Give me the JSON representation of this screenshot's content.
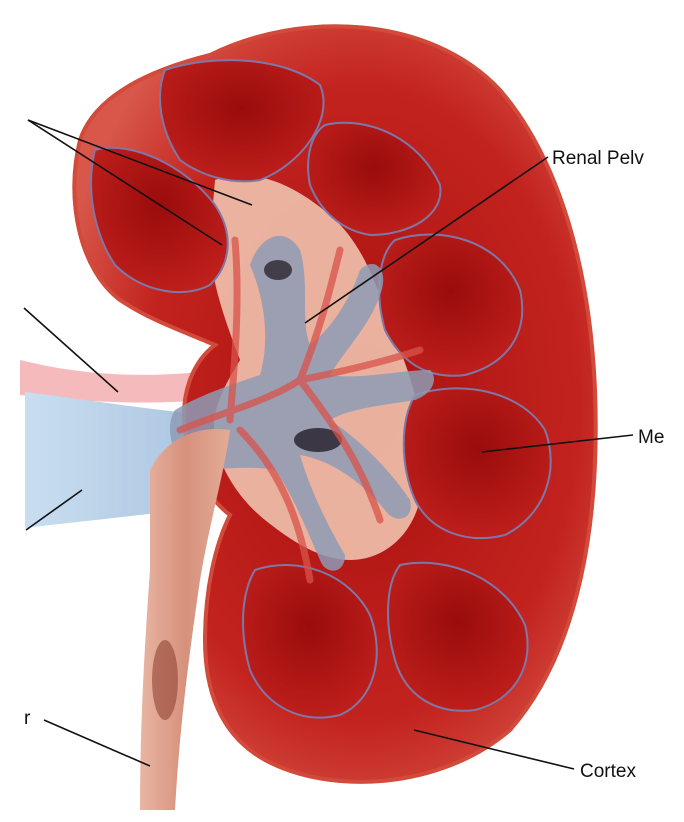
{
  "labels": {
    "renal_pelvis": "Renal Pelv",
    "medulla": "Me",
    "cortex": "Cortex",
    "ureter": "r"
  },
  "colors": {
    "cortex": "#c3231f",
    "cortex_edge": "#d24a3a",
    "pyramid": "#b01614",
    "pelvis_gray": "#8e9bb5",
    "sinus_peach": "#f0c2ae",
    "vein_blue": "#b9d2ea",
    "artery_pink": "#f4b6b8",
    "ureter": "#e2a590",
    "capsule_outline": "#7d78a8"
  }
}
